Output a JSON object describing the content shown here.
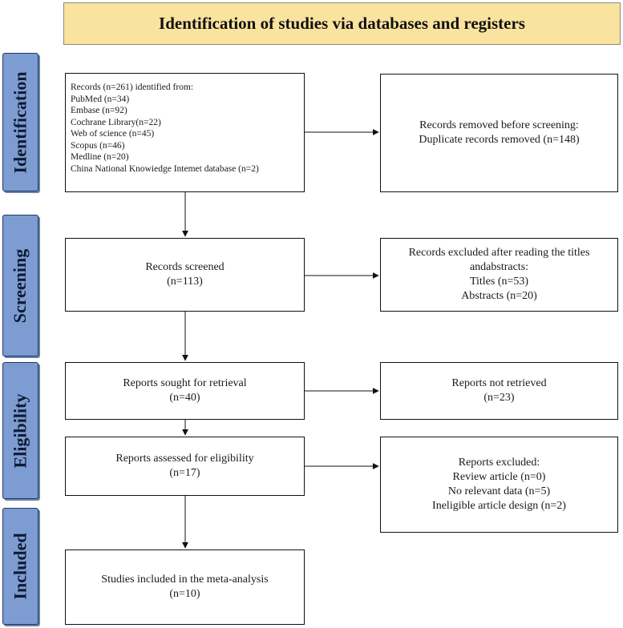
{
  "header": {
    "title": "Identification of studies via databases and registers"
  },
  "stages": {
    "identification": "Identification",
    "screening": "Screening",
    "eligibility": "Eligibility",
    "included": "Included"
  },
  "identification": {
    "records": [
      "Records (n=261) identified from:",
      "PubMed (n=34)",
      "Embase (n=92)",
      "Cochrane Library(n=22)",
      "Web of science (n=45)",
      "Scopus (n=46)",
      "Medline (n=20)",
      "China National Knowiedge Intemet database (n=2)"
    ],
    "removed": [
      "Records removed before screening:",
      "Duplicate records removed (n=148)"
    ]
  },
  "screening": {
    "screened": [
      "Records screened",
      "(n=113)"
    ],
    "excluded": [
      "Records excluded after reading the titles",
      "andabstracts:",
      "Titles  (n=53)",
      "Abstracts (n=20)"
    ]
  },
  "eligibility": {
    "sought": [
      "Reports sought for retrieval",
      "(n=40)"
    ],
    "not_retrieved": [
      "Reports not retrieved",
      "(n=23)"
    ],
    "assessed": [
      "Reports assessed for eligibility",
      "(n=17)"
    ],
    "excluded": [
      "Reports excluded:",
      "Review article (n=0)",
      "No relevant data (n=5)",
      "Ineligible article design (n=2)"
    ]
  },
  "included": {
    "studies": [
      "Studies included in the meta-analysis",
      "(n=10)"
    ]
  }
}
